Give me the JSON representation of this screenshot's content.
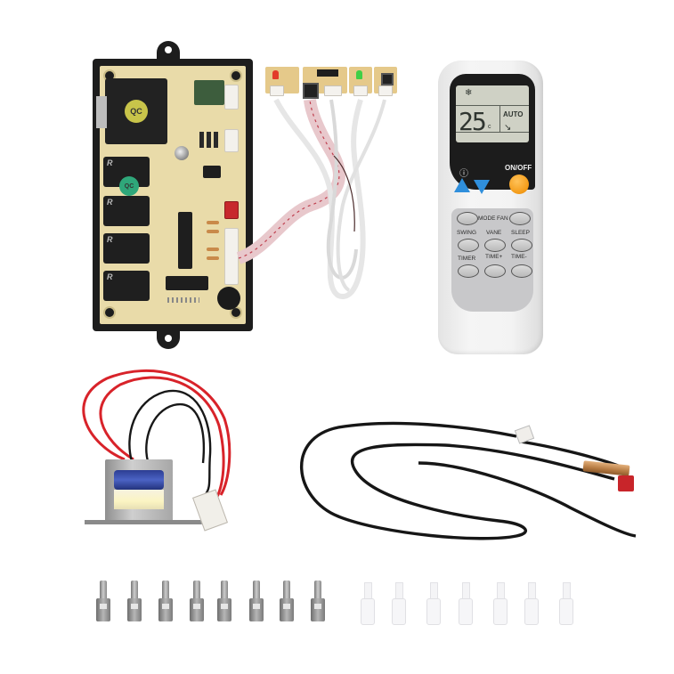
{
  "scene": {
    "description": "Universal air conditioner control board replacement kit product photo",
    "background": "#ffffff"
  },
  "remote": {
    "lcd": {
      "temperature": "25",
      "unit": "c",
      "mode": "AUTO",
      "fan_symbol": "↘",
      "snowflake_symbol": "❄"
    },
    "power_icon": "ⓘ",
    "onoff_label": "ON/OFF",
    "onoff_color": "#f39a16",
    "arrow_color": "#2f8fdc",
    "keys": {
      "mode": "MODE",
      "fan": "FAN",
      "swing": "SWING",
      "vane": "VANE",
      "sleep": "SLEEP",
      "timer": "TIMER",
      "time_plus": "TIME+",
      "time_minus": "TIME-"
    }
  },
  "main_board": {
    "qc_label": "QC",
    "relay_mark": "R"
  },
  "terminals": {
    "metal_count": 8,
    "sleeve_count": 7
  }
}
